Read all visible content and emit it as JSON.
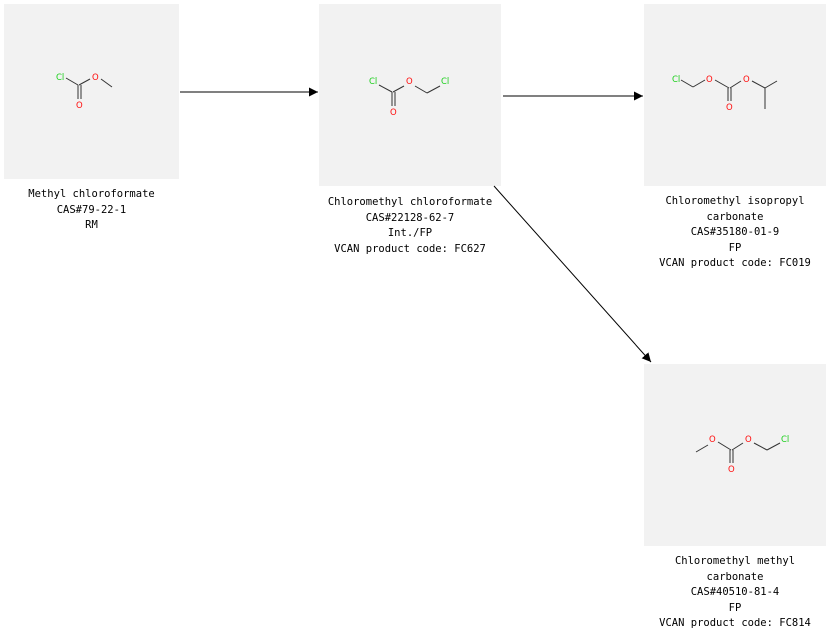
{
  "diagram": {
    "nodes": [
      {
        "id": "methyl-chloroformate",
        "lines": [
          "Methyl chloroformate",
          "CAS#79-22-1",
          "RM"
        ],
        "atoms": {
          "cl": "Cl",
          "o1": "O",
          "o2": "O"
        }
      },
      {
        "id": "chloromethyl-chloroformate",
        "lines": [
          "Chloromethyl chloroformate",
          "CAS#22128-62-7",
          "Int./FP",
          "VCAN product code: FC627"
        ],
        "atoms": {
          "cl1": "Cl",
          "o1": "O",
          "o2": "O",
          "cl2": "Cl"
        }
      },
      {
        "id": "chloromethyl-isopropyl-carbonate",
        "lines": [
          "Chloromethyl isopropyl",
          "carbonate",
          "CAS#35180-01-9",
          "FP",
          "VCAN product code: FC019"
        ],
        "atoms": {
          "cl": "Cl",
          "o1": "O",
          "o2": "O",
          "o3": "O"
        }
      },
      {
        "id": "chloromethyl-methyl-carbonate",
        "lines": [
          "Chloromethyl methyl",
          "carbonate",
          "CAS#40510-81-4",
          "FP",
          "VCAN product code: FC814"
        ],
        "atoms": {
          "o1": "O",
          "o2": "O",
          "o3": "O",
          "cl": "Cl"
        }
      }
    ],
    "edges": [
      {
        "from": "methyl-chloroformate",
        "to": "chloromethyl-chloroformate"
      },
      {
        "from": "chloromethyl-chloroformate",
        "to": "chloromethyl-isopropyl-carbonate"
      },
      {
        "from": "chloromethyl-chloroformate",
        "to": "chloromethyl-methyl-carbonate"
      }
    ],
    "colors": {
      "card_background": "#f2f2f2",
      "chlorine": "#1ccf1c",
      "oxygen": "#ff0d0d",
      "bond": "#333333",
      "arrow": "#000000"
    }
  }
}
